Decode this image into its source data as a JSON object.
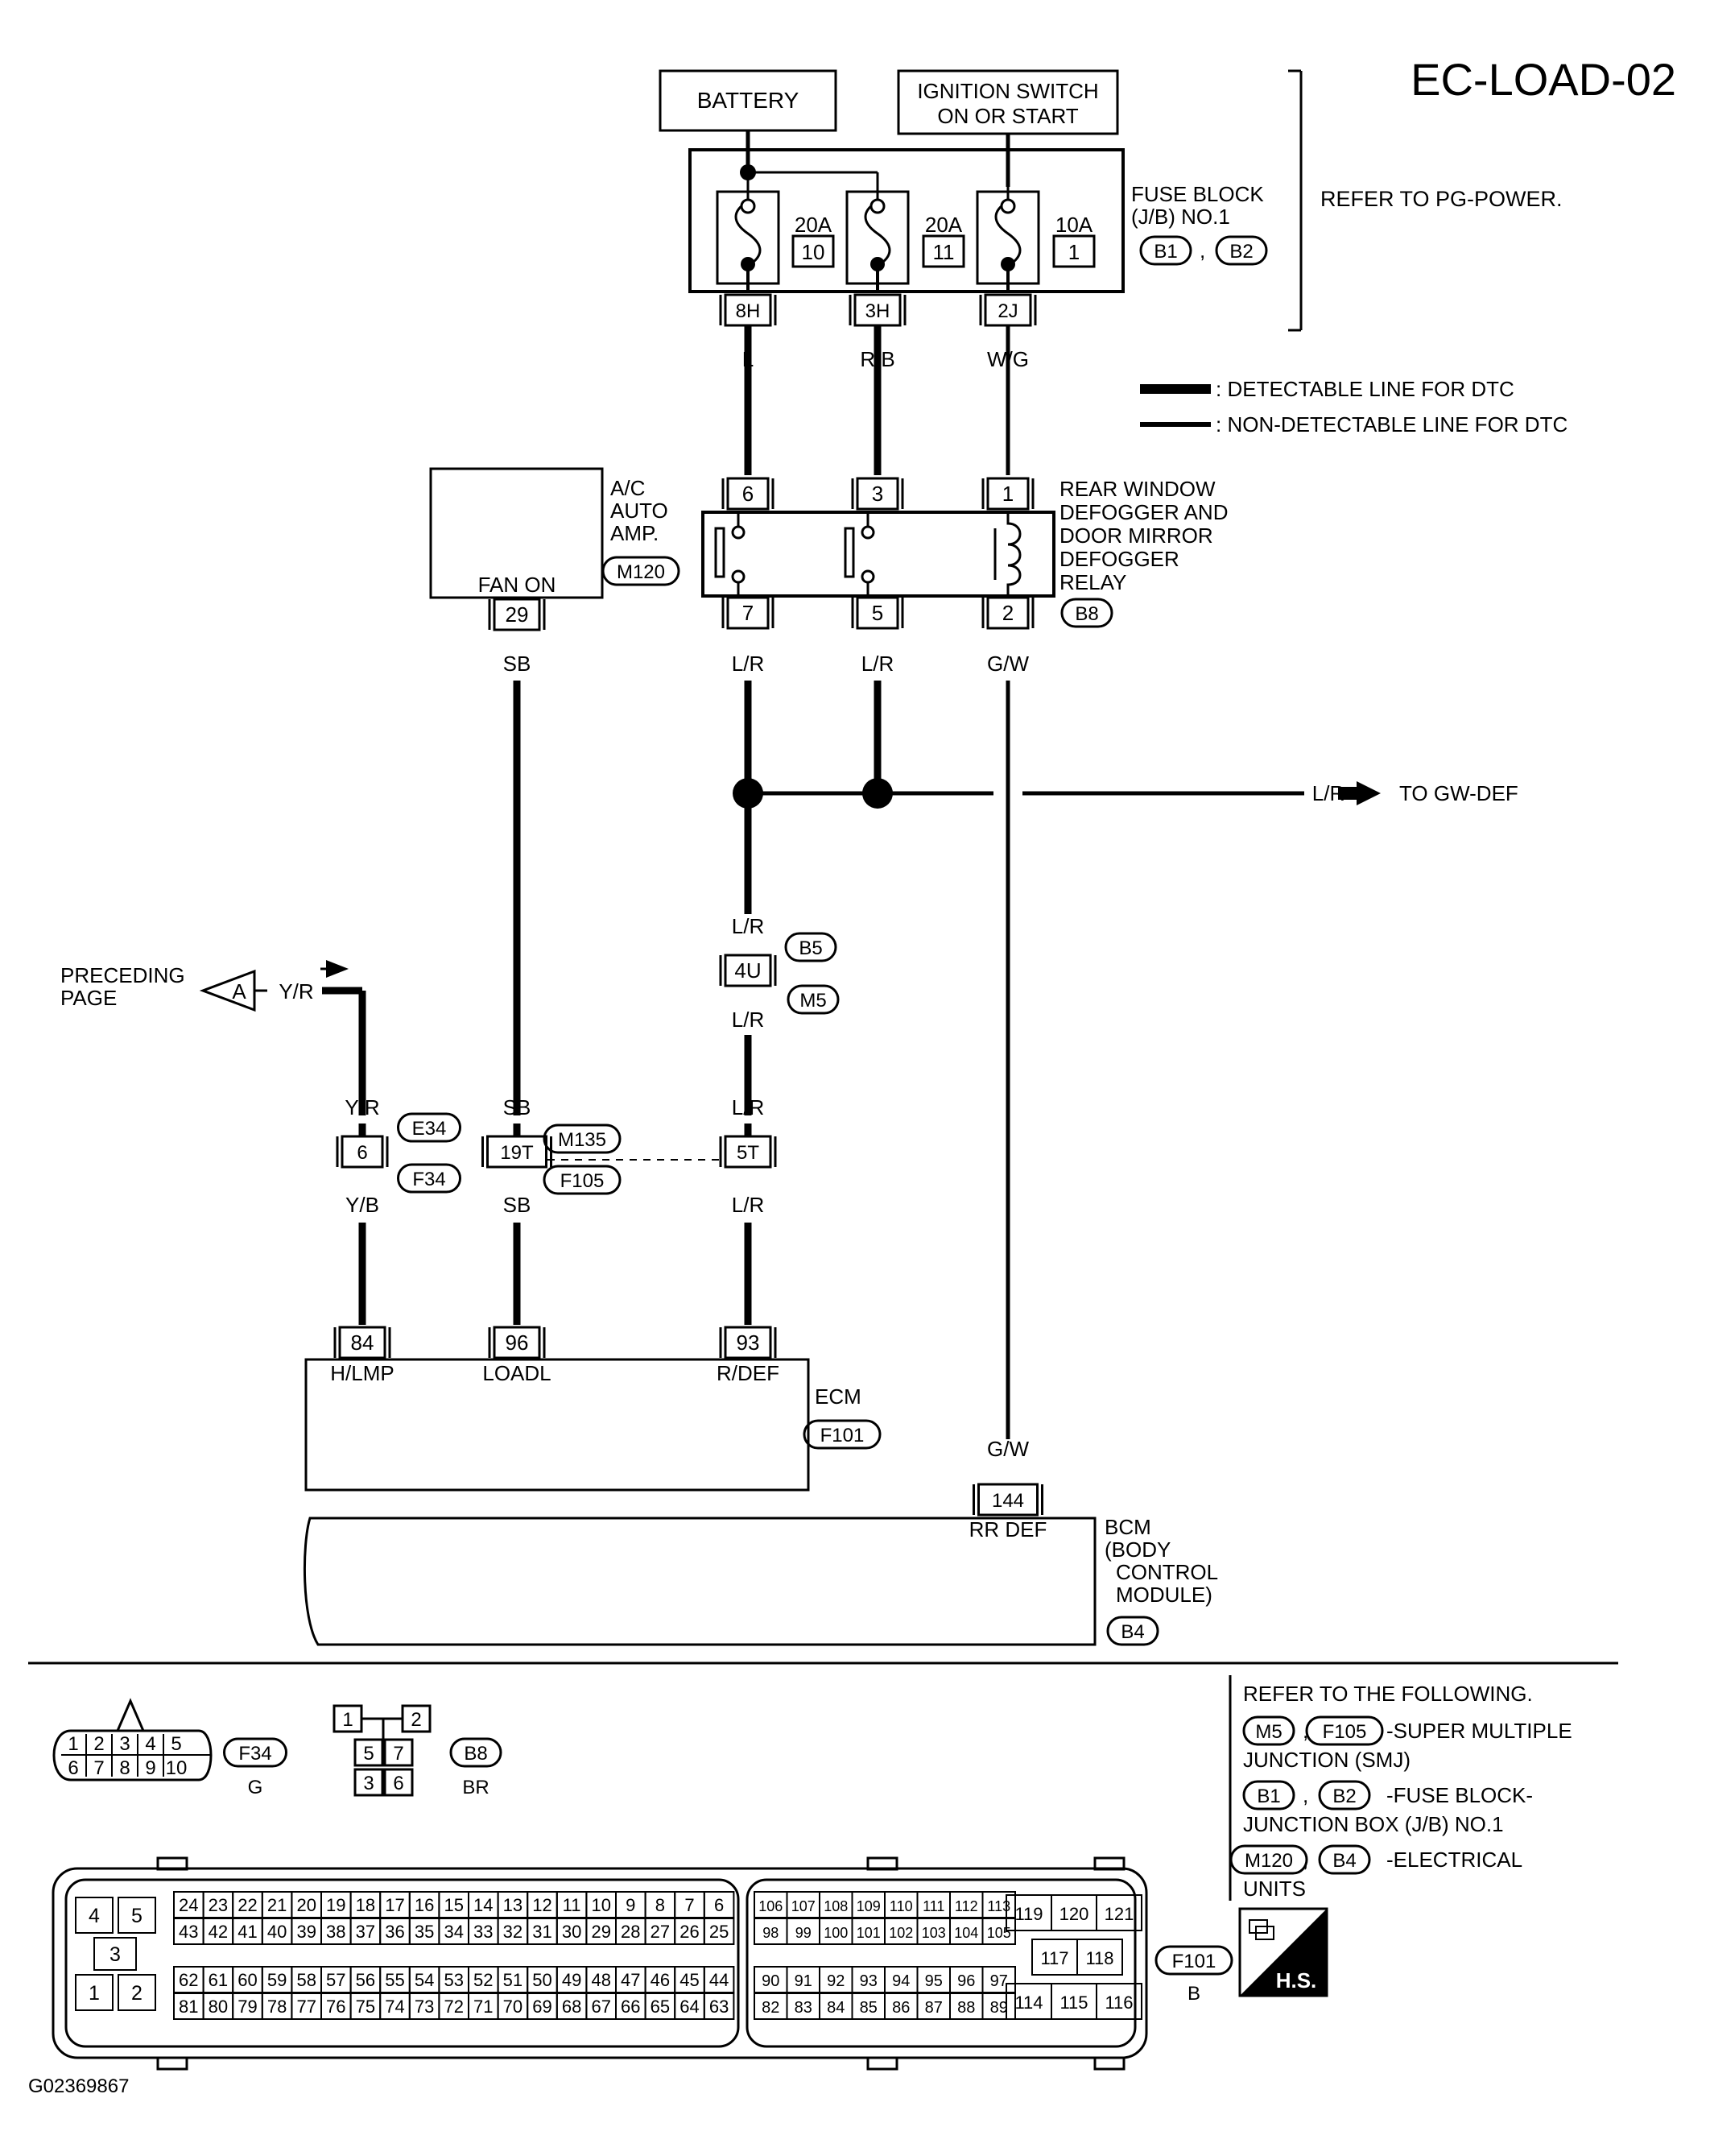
{
  "page_code": "EC-LOAD-02",
  "figure_id": "G02369867",
  "power": {
    "battery": "BATTERY",
    "ignition": [
      "IGNITION SWITCH",
      "ON OR START"
    ]
  },
  "fuse_block": {
    "label": [
      "FUSE BLOCK",
      "(J/B) NO.1"
    ],
    "connectors": [
      "B1",
      "B2"
    ],
    "refer": "REFER TO PG-POWER.",
    "fuses": [
      {
        "rating": "20A",
        "number": "10",
        "terminal": "8H",
        "wire": "L"
      },
      {
        "rating": "20A",
        "number": "11",
        "terminal": "3H",
        "wire": "R/B"
      },
      {
        "rating": "10A",
        "number": "1",
        "terminal": "2J",
        "wire": "W/G"
      }
    ]
  },
  "legend": {
    "detectable": ": DETECTABLE LINE FOR DTC",
    "non_detectable": ": NON-DETECTABLE LINE FOR DTC"
  },
  "relay": {
    "label": [
      "REAR WINDOW",
      "DEFOGGER AND",
      "DOOR MIRROR",
      "DEFOGGER",
      "RELAY"
    ],
    "connector": "B8",
    "top_pins": [
      "6",
      "3",
      "1"
    ],
    "bottom_pins": [
      "7",
      "5",
      "2"
    ],
    "bottom_wires": [
      "L/R",
      "L/R",
      "G/W"
    ]
  },
  "ac_amp": {
    "label": [
      "A/C",
      "AUTO",
      "AMP."
    ],
    "connector": "M120",
    "terminal_label": "FAN ON",
    "pin": "29",
    "wire": "SB"
  },
  "splice": {
    "wire": "L/R",
    "destination": "TO GW-DEF"
  },
  "joint_4u": {
    "pin": "4U",
    "connectors": [
      "B5",
      "M5"
    ],
    "wire_top": "L/R",
    "wire_bottom": "L/R"
  },
  "preceding": {
    "label": [
      "PRECEDING",
      "PAGE"
    ],
    "marker": "A",
    "wire": "Y/R"
  },
  "row_connectors": [
    {
      "pin": "6",
      "top_wire": "Y/R",
      "bottom_wire": "Y/B",
      "top_conn": "E34",
      "bottom_conn": "F34"
    },
    {
      "pin": "19T",
      "top_wire": "SB",
      "bottom_wire": "SB",
      "top_conn": "M135",
      "bottom_conn": "F105"
    },
    {
      "pin": "5T",
      "top_wire": "L/R",
      "bottom_wire": "L/R"
    }
  ],
  "ecm": {
    "label": "ECM",
    "connector": "F101",
    "terminals": [
      {
        "pin": "84",
        "name": "H/LMP"
      },
      {
        "pin": "96",
        "name": "LOADL"
      },
      {
        "pin": "93",
        "name": "R/DEF"
      }
    ]
  },
  "bcm": {
    "label": [
      "BCM",
      "(BODY",
      "CONTROL",
      "MODULE)"
    ],
    "connector": "B4",
    "pin": "144",
    "terminal_name": "RR DEF",
    "wire": "G/W"
  },
  "connector_views": {
    "f34": {
      "pins_top": [
        "1",
        "2",
        "3",
        "4",
        "5"
      ],
      "pins_bottom": [
        "6",
        "7",
        "8",
        "9",
        "10"
      ],
      "code": "F34",
      "color": "G"
    },
    "b8": {
      "pins": [
        "1",
        "2",
        "5",
        "7",
        "3",
        "6"
      ],
      "code": "B8",
      "color": "BR"
    },
    "f101": {
      "code": "F101",
      "color": "B",
      "left_small": [
        "4",
        "5",
        "3",
        "1",
        "2"
      ],
      "blk1_row1": [
        "24",
        "23",
        "22",
        "21",
        "20",
        "19",
        "18",
        "17",
        "16",
        "15",
        "14",
        "13",
        "12",
        "11",
        "10",
        "9",
        "8",
        "7",
        "6"
      ],
      "blk1_row2": [
        "43",
        "42",
        "41",
        "40",
        "39",
        "38",
        "37",
        "36",
        "35",
        "34",
        "33",
        "32",
        "31",
        "30",
        "29",
        "28",
        "27",
        "26",
        "25"
      ],
      "blk1_row3": [
        "62",
        "61",
        "60",
        "59",
        "58",
        "57",
        "56",
        "55",
        "54",
        "53",
        "52",
        "51",
        "50",
        "49",
        "48",
        "47",
        "46",
        "45",
        "44"
      ],
      "blk1_row4": [
        "81",
        "80",
        "79",
        "78",
        "77",
        "76",
        "75",
        "74",
        "73",
        "72",
        "71",
        "70",
        "69",
        "68",
        "67",
        "66",
        "65",
        "64",
        "63"
      ],
      "blk2_row1": [
        "106",
        "107",
        "108",
        "109",
        "110",
        "111",
        "112",
        "113"
      ],
      "blk2_row2": [
        "98",
        "99",
        "100",
        "101",
        "102",
        "103",
        "104",
        "105"
      ],
      "blk2_row3": [
        "90",
        "91",
        "92",
        "93",
        "94",
        "95",
        "96",
        "97"
      ],
      "blk2_row4": [
        "82",
        "83",
        "84",
        "85",
        "86",
        "87",
        "88",
        "89"
      ],
      "right_row1": [
        "119",
        "120",
        "121"
      ],
      "right_row2": [
        "117",
        "118"
      ],
      "right_row3": [
        "114",
        "115",
        "116"
      ]
    }
  },
  "refer_following": {
    "title": "REFER TO THE FOLLOWING.",
    "items": [
      {
        "codes": [
          "M5",
          "F105"
        ],
        "desc": [
          "-SUPER MULTIPLE",
          "JUNCTION (SMJ)"
        ]
      },
      {
        "codes": [
          "B1",
          "B2"
        ],
        "desc": [
          "-FUSE BLOCK-",
          "JUNCTION BOX (J/B) NO.1"
        ]
      },
      {
        "codes": [
          "M120",
          "B4"
        ],
        "desc": [
          "-ELECTRICAL",
          "UNITS"
        ]
      }
    ]
  },
  "hs_logo": "H.S.",
  "colors": {
    "ink": "#000000",
    "paper": "#ffffff"
  }
}
